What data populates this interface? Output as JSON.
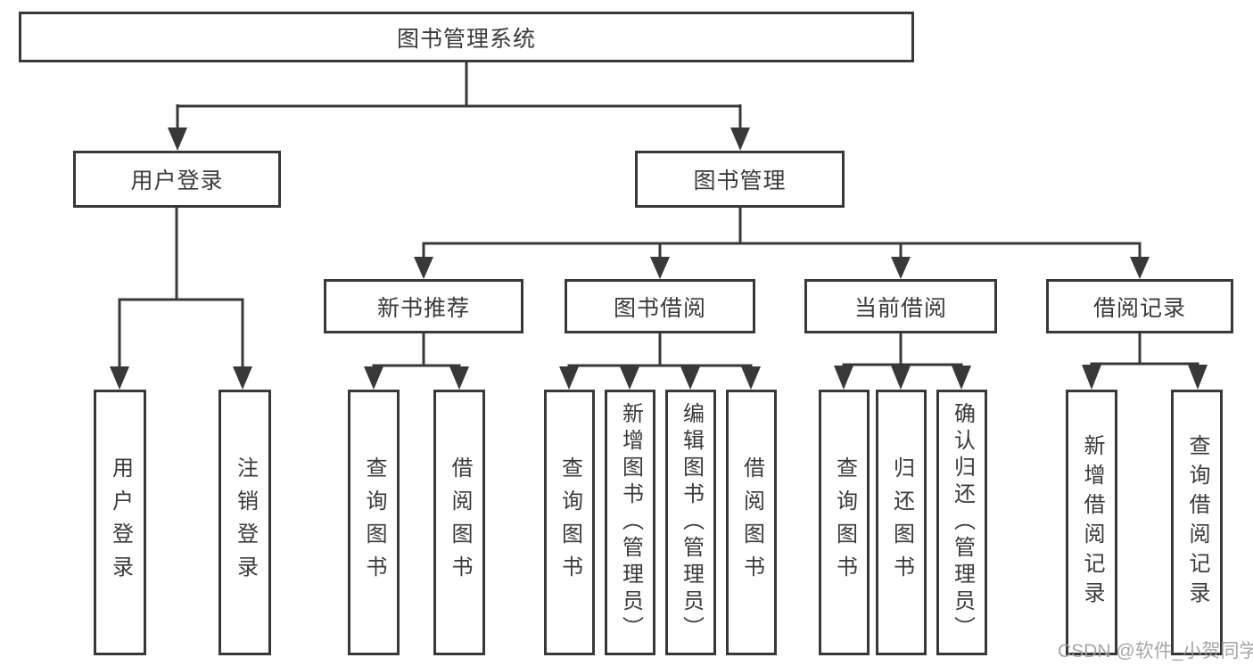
{
  "diagram": {
    "type": "tree-diagram",
    "tree": {
      "root": {
        "label": "图书管理系统",
        "children": [
          {
            "label": "用户登录",
            "children": [
              {
                "label": "用户登录"
              },
              {
                "label": "注销登录"
              }
            ]
          },
          {
            "label": "图书管理",
            "children": [
              {
                "label": "新书推荐",
                "children": [
                  {
                    "label": "查询图书"
                  },
                  {
                    "label": "借阅图书"
                  }
                ]
              },
              {
                "label": "图书借阅",
                "children": [
                  {
                    "label": "查询图书"
                  },
                  {
                    "label": "新增图书（管理员）"
                  },
                  {
                    "label": "编辑图书（管理员）"
                  },
                  {
                    "label": "借阅图书"
                  }
                ]
              },
              {
                "label": "当前借阅",
                "children": [
                  {
                    "label": "查询图书"
                  },
                  {
                    "label": "归还图书"
                  },
                  {
                    "label": "确认归还（管理员）"
                  }
                ]
              },
              {
                "label": "借阅记录",
                "children": [
                  {
                    "label": "新增借阅记录"
                  },
                  {
                    "label": "查询借阅记录"
                  }
                ]
              }
            ]
          }
        ]
      }
    },
    "colors": {
      "line": "#383838",
      "box_border": "#383838",
      "text": "#3a3a3a",
      "background": "#ffffff",
      "watermark": "#9e9e9e"
    },
    "watermark": "CSDN @软件_小贺同学"
  }
}
